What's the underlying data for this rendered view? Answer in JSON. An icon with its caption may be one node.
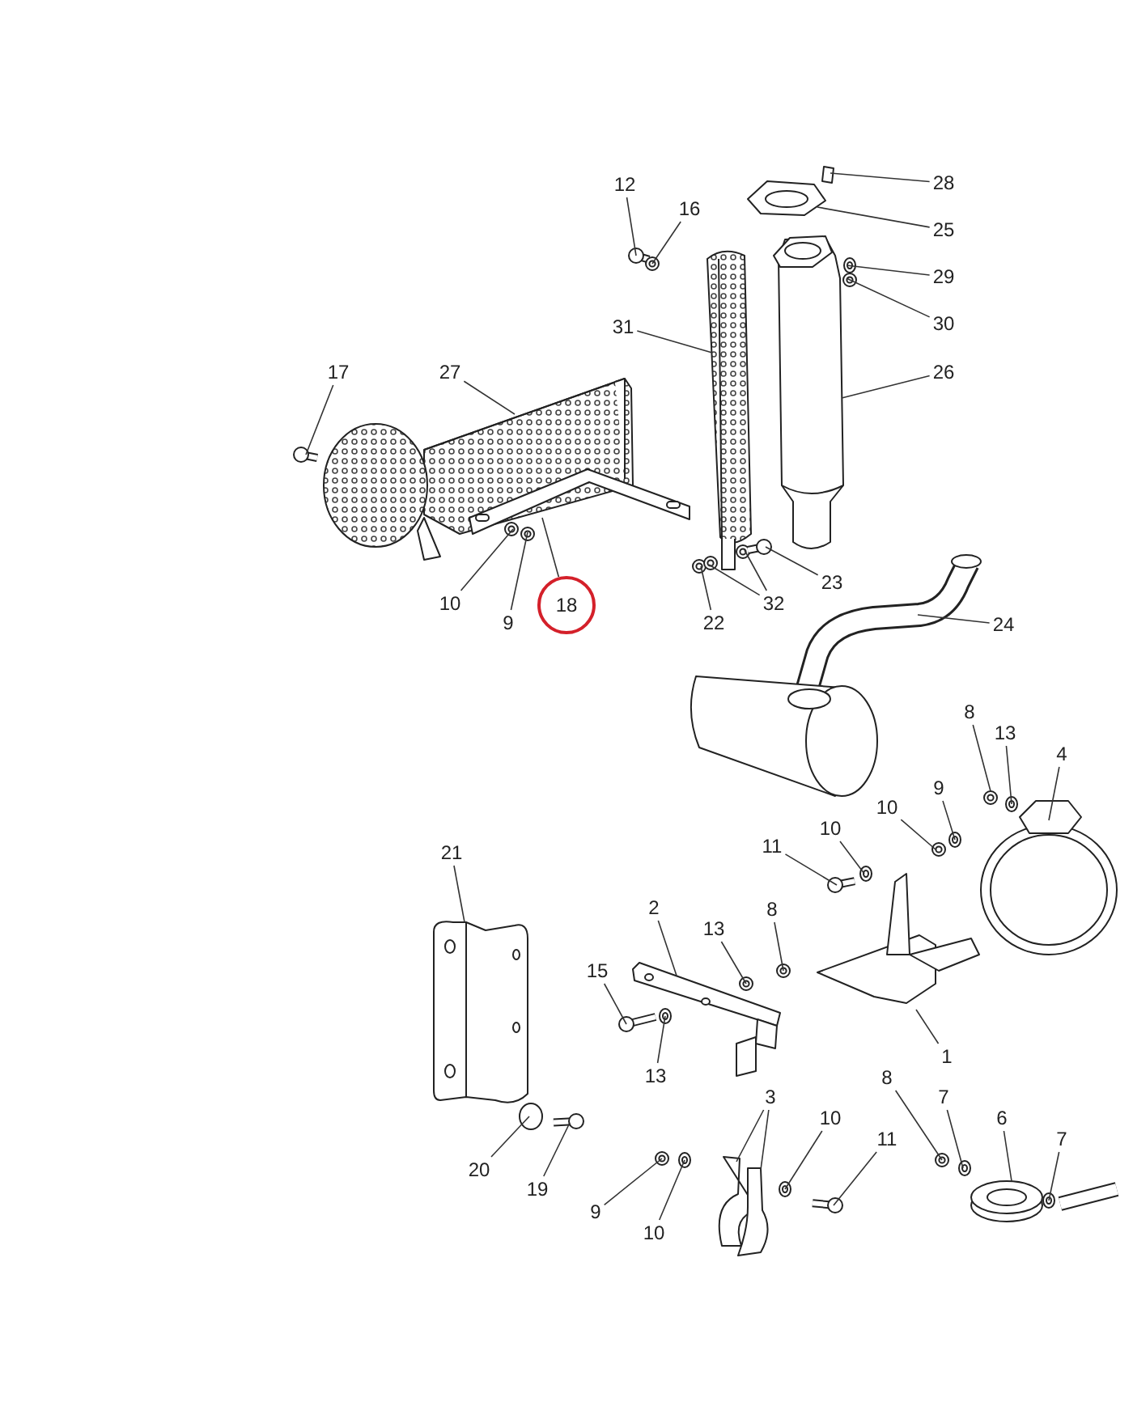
{
  "diagram": {
    "nodes": [
      {
        "text": [
          "28"
        ]
      },
      {
        "text": [
          "12"
        ]
      },
      {
        "text": [
          "16"
        ]
      },
      {
        "text": [
          "25"
        ]
      },
      {
        "text": [
          "29"
        ]
      },
      {
        "text": [
          "30"
        ]
      },
      {
        "text": [
          "31"
        ]
      },
      {
        "text": [
          "17"
        ]
      },
      {
        "text": [
          "27"
        ]
      },
      {
        "text": [
          "26"
        ]
      },
      {
        "text": [
          "23"
        ]
      },
      {
        "text": [
          "10"
        ]
      },
      {
        "text": [
          "32"
        ]
      },
      {
        "text": [
          "18"
        ]
      },
      {
        "text": [
          "9"
        ]
      },
      {
        "text": [
          "22"
        ]
      },
      {
        "text": [
          "24"
        ]
      },
      {
        "text": [
          "8"
        ]
      },
      {
        "text": [
          "13"
        ]
      },
      {
        "text": [
          "4"
        ]
      },
      {
        "text": [
          "9"
        ]
      },
      {
        "text": [
          "10"
        ]
      },
      {
        "text": [
          "10"
        ]
      },
      {
        "text": [
          "11"
        ]
      },
      {
        "text": [
          "21"
        ]
      },
      {
        "text": [
          "2"
        ]
      },
      {
        "text": [
          "8"
        ]
      },
      {
        "text": [
          "13"
        ]
      },
      {
        "text": [
          "15"
        ]
      },
      {
        "text": [
          "1"
        ]
      },
      {
        "text": [
          "13"
        ]
      },
      {
        "text": [
          "8"
        ]
      },
      {
        "text": [
          "3"
        ]
      },
      {
        "text": [
          "7"
        ]
      },
      {
        "text": [
          "10"
        ]
      },
      {
        "text": [
          "6"
        ]
      },
      {
        "text": [
          "7"
        ]
      },
      {
        "text": [
          "11"
        ]
      },
      {
        "text": [
          "20"
        ]
      },
      {
        "text": [
          "19"
        ]
      },
      {
        "text": [
          "9"
        ]
      },
      {
        "text": [
          "10"
        ]
      }
    ],
    "edges": [
      {
        "from": 0,
        "to": null,
        "arrow": "none"
      },
      {
        "from": 1,
        "to": null,
        "arrow": "none"
      },
      {
        "from": 2,
        "to": null,
        "arrow": "none"
      },
      {
        "from": 3,
        "to": null,
        "arrow": "none"
      },
      {
        "from": 4,
        "to": null,
        "arrow": "none"
      },
      {
        "from": 5,
        "to": null,
        "arrow": "none"
      },
      {
        "from": 6,
        "to": null,
        "arrow": "none"
      },
      {
        "from": 7,
        "to": null,
        "arrow": "none"
      },
      {
        "from": 8,
        "to": null,
        "arrow": "none"
      },
      {
        "from": 9,
        "to": null,
        "arrow": "none"
      },
      {
        "from": 10,
        "to": null,
        "arrow": "none"
      },
      {
        "from": 11,
        "to": null,
        "arrow": "none"
      },
      {
        "from": 12,
        "to": null,
        "arrow": "none"
      },
      {
        "from": 12,
        "to": null,
        "arrow": "none"
      },
      {
        "from": 13,
        "to": null,
        "arrow": "none"
      },
      {
        "from": 14,
        "to": null,
        "arrow": "none"
      },
      {
        "from": 15,
        "to": null,
        "arrow": "none"
      },
      {
        "from": 16,
        "to": null,
        "arrow": "none"
      },
      {
        "from": 17,
        "to": null,
        "arrow": "none"
      },
      {
        "from": 18,
        "to": null,
        "arrow": "none"
      },
      {
        "from": 19,
        "to": null,
        "arrow": "none"
      },
      {
        "from": 20,
        "to": null,
        "arrow": "none"
      },
      {
        "from": 21,
        "to": null,
        "arrow": "none"
      },
      {
        "from": 22,
        "to": null,
        "arrow": "none"
      },
      {
        "from": 23,
        "to": null,
        "arrow": "none"
      },
      {
        "from": 24,
        "to": null,
        "arrow": "none"
      },
      {
        "from": 25,
        "to": null,
        "arrow": "none"
      },
      {
        "from": 26,
        "to": null,
        "arrow": "none"
      },
      {
        "from": 27,
        "to": null,
        "arrow": "none"
      },
      {
        "from": 28,
        "to": null,
        "arrow": "none"
      },
      {
        "from": 29,
        "to": null,
        "arrow": "none"
      },
      {
        "from": 30,
        "to": null,
        "arrow": "none"
      },
      {
        "from": 31,
        "to": null,
        "arrow": "none"
      },
      {
        "from": 32,
        "to": null,
        "arrow": "none"
      },
      {
        "from": 32,
        "to": null,
        "arrow": "none"
      },
      {
        "from": 33,
        "to": null,
        "arrow": "none"
      },
      {
        "from": 34,
        "to": null,
        "arrow": "none"
      },
      {
        "from": 35,
        "to": null,
        "arrow": "none"
      },
      {
        "from": 36,
        "to": null,
        "arrow": "none"
      },
      {
        "from": 37,
        "to": null,
        "arrow": "none"
      },
      {
        "from": 38,
        "to": null,
        "arrow": "none"
      },
      {
        "from": 39,
        "to": null,
        "arrow": "none"
      },
      {
        "from": 40,
        "to": null,
        "arrow": "none"
      },
      {
        "from": 41,
        "to": null,
        "arrow": "none"
      }
    ]
  }
}
